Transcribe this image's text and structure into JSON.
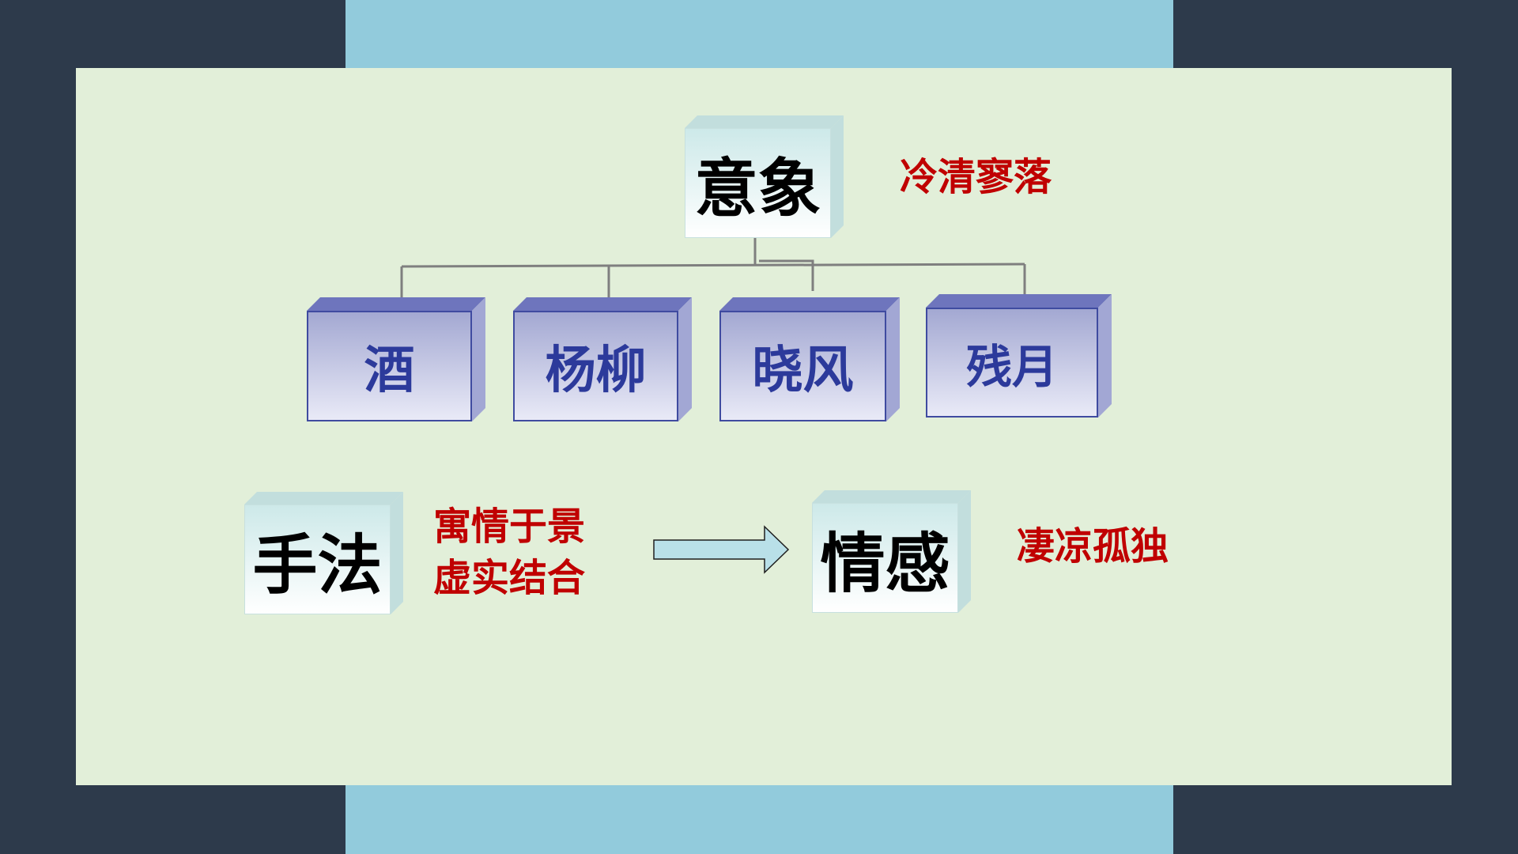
{
  "diagram": {
    "root": {
      "label": "意象",
      "note": "冷清寥落"
    },
    "children": [
      {
        "label": "酒"
      },
      {
        "label": "杨柳"
      },
      {
        "label": "晓风"
      },
      {
        "label": "残月"
      }
    ],
    "technique": {
      "label": "手法",
      "notes": [
        "寓情于景",
        "虚实结合"
      ]
    },
    "emotion": {
      "label": "情感",
      "note": "凄凉孤独"
    }
  },
  "colors": {
    "background": "#2d3a4b",
    "band": "#92cbdc",
    "slide": "#e2efd9",
    "note_red": "#c00000",
    "box_blue_text": "#2c3a9b",
    "connector": "#7f7f7f"
  }
}
